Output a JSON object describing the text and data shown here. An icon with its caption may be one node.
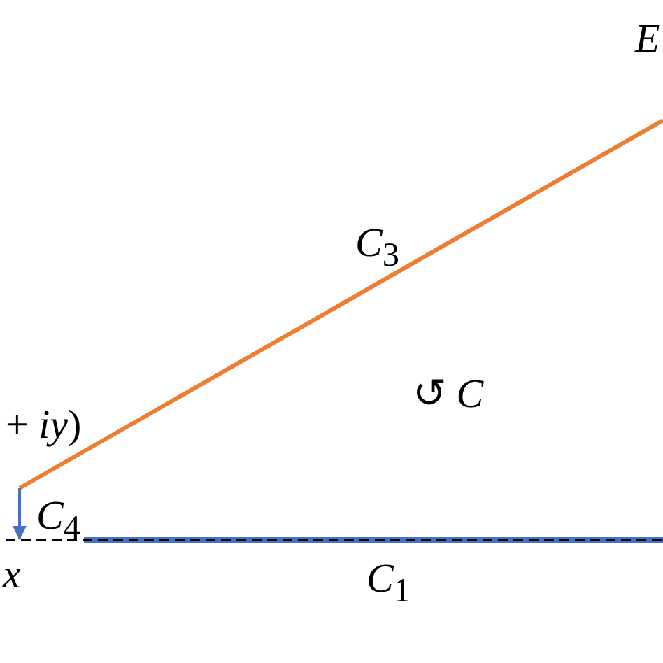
{
  "diagram": {
    "labels": [
      "E",
      "*C*$_{3}$",
      "↺ *C*",
      "+ *iy*)",
      "*C*$_{4}$",
      "x",
      "*C*$_{1}$"
    ]
  }
}
